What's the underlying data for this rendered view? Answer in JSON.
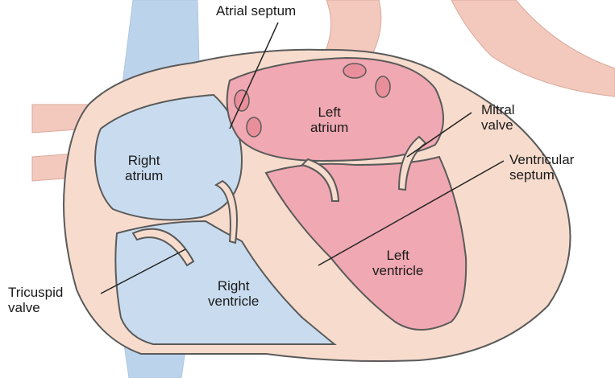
{
  "labels": {
    "atrial_septum": "Atrial septum",
    "left_atrium": [
      "Left",
      "atrium"
    ],
    "mitral_valve": [
      "Mitral",
      "valve"
    ],
    "right_atrium": [
      "Right",
      "atrium"
    ],
    "ventricular_septum": [
      "Ventricular",
      "septum"
    ],
    "left_ventricle": [
      "Left",
      "ventricle"
    ],
    "right_ventricle": [
      "Right",
      "ventricle"
    ],
    "tricuspid_valve": [
      "Tricuspid",
      "valve"
    ]
  },
  "colors": {
    "wall": "#f7dccd",
    "wall_outline": "#5a5a5a",
    "right_side": "#c9dcef",
    "left_side": "#f0a8b2",
    "left_side_dark": "#e98f9c",
    "vessel_blue": "#bcd3ec",
    "leader_line": "#222222"
  }
}
